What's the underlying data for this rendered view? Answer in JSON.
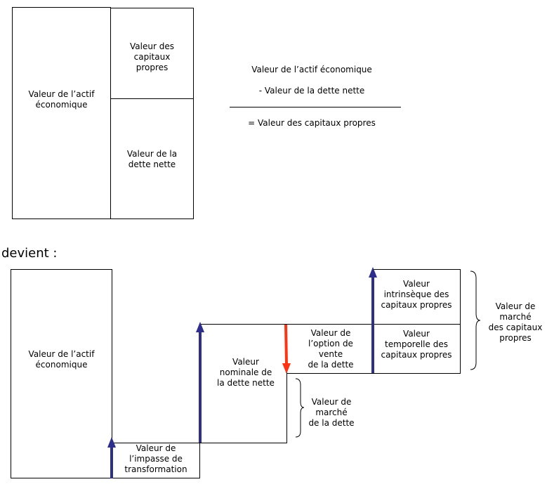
{
  "top": {
    "asset_value": "Valeur de l’actif\néconomique",
    "equity_value": "Valeur des\ncapitaux\npropres",
    "net_debt_value": "Valeur de la\ndette nette",
    "formula": {
      "line1": "Valeur de l’actif économique",
      "line2": "- Valeur de la dette nette",
      "line3": "= Valeur des capitaux propres"
    }
  },
  "transition_label": "devient :",
  "bottom": {
    "asset_value": "Valeur de l’actif\néconomique",
    "transformation_gap": "Valeur de\nl’impasse de\ntransformation",
    "nominal_debt": "Valeur\nnominale de\nla dette nette",
    "put_option": "Valeur de\nl’option de\nvente\nde la dette",
    "intrinsic_equity": "Valeur\nintrinsèque des\ncapitaux propres",
    "time_equity": "Valeur\ntemporelle des\ncapitaux propres",
    "market_equity": "Valeur de\nmarché\ndes capitaux\npropres",
    "market_debt": "Valeur de\nmarché\nde la dette"
  },
  "colors": {
    "blue_arrow": "#2e2f8c",
    "red_arrow": "#ff3311"
  }
}
